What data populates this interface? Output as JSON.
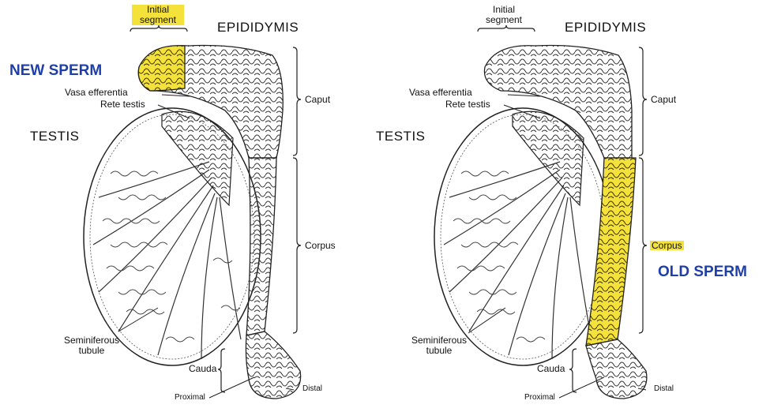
{
  "colors": {
    "highlight": "#f4e23a",
    "sperm_label": "#1f3fa8",
    "ink": "#111111"
  },
  "left_panel": {
    "callout": "NEW SPERM",
    "highlighted_region": "Initial segment",
    "labels": {
      "initial_segment": "Initial segment",
      "epididymis": "EPIDIDYMIS",
      "vasa_efferentia": "Vasa efferentia",
      "rete_testis": "Rete testis",
      "testis": "TESTIS",
      "caput": "Caput",
      "corpus": "Corpus",
      "seminiferous_tubule": "Seminiferous tubule",
      "cauda": "Cauda",
      "proximal": "Proximal",
      "distal": "Distal"
    }
  },
  "right_panel": {
    "callout": "OLD SPERM",
    "highlighted_region": "Corpus",
    "labels": {
      "initial_segment": "Initial segment",
      "epididymis": "EPIDIDYMIS",
      "vasa_efferentia": "Vasa efferentia",
      "rete_testis": "Rete testis",
      "testis": "TESTIS",
      "caput": "Caput",
      "corpus": "Corpus",
      "seminiferous_tubule": "Seminiferous tubule",
      "cauda": "Cauda",
      "proximal": "Proximal",
      "distal": "Distal"
    }
  }
}
